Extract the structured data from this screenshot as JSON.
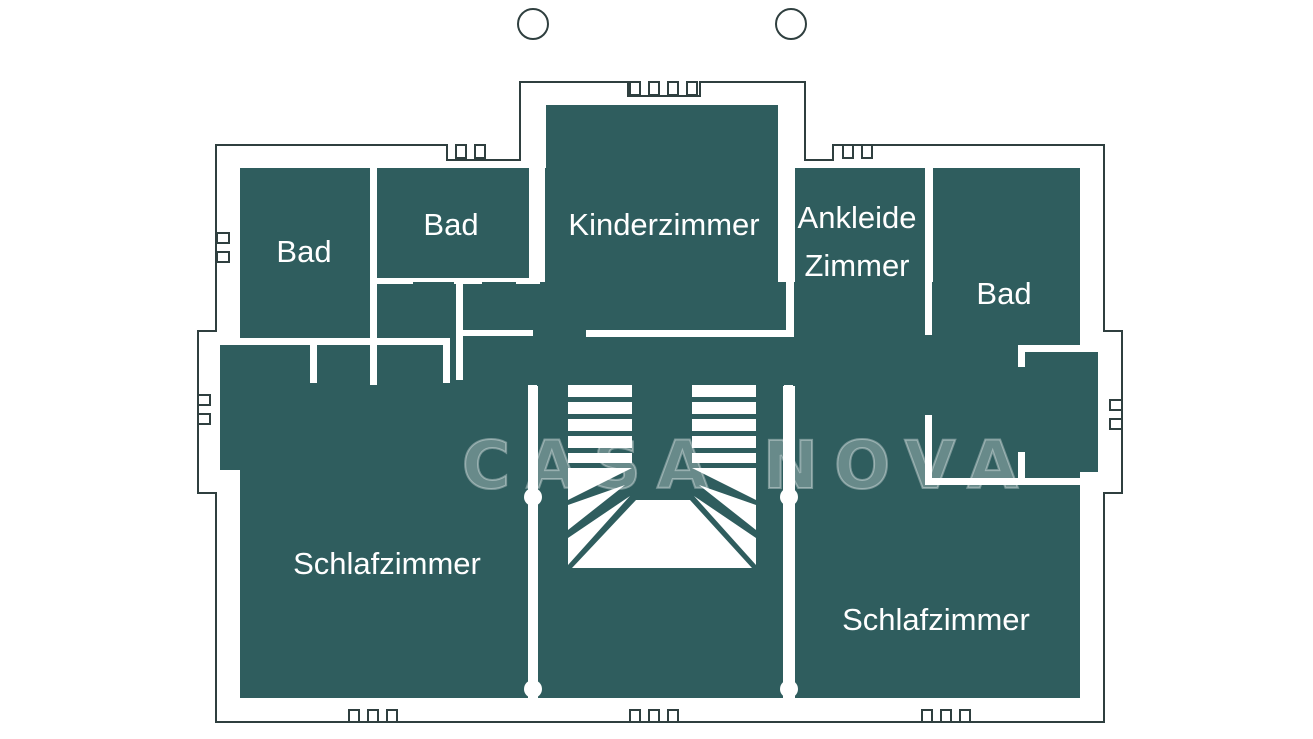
{
  "rooms": {
    "bad_left": "Bad",
    "bad_center": "Bad",
    "kinderzimmer": "Kinderzimmer",
    "ankleide_line1": "Ankleide",
    "ankleide_line2": "Zimmer",
    "bad_right": "Bad",
    "schlafzimmer_left": "Schlafzimmer",
    "schlafzimmer_right": "Schlafzimmer"
  },
  "watermark": "CASA NOVA",
  "colors": {
    "room_fill": "#2f5d5e",
    "wall": "#ffffff",
    "outline": "#2f3f3f"
  }
}
